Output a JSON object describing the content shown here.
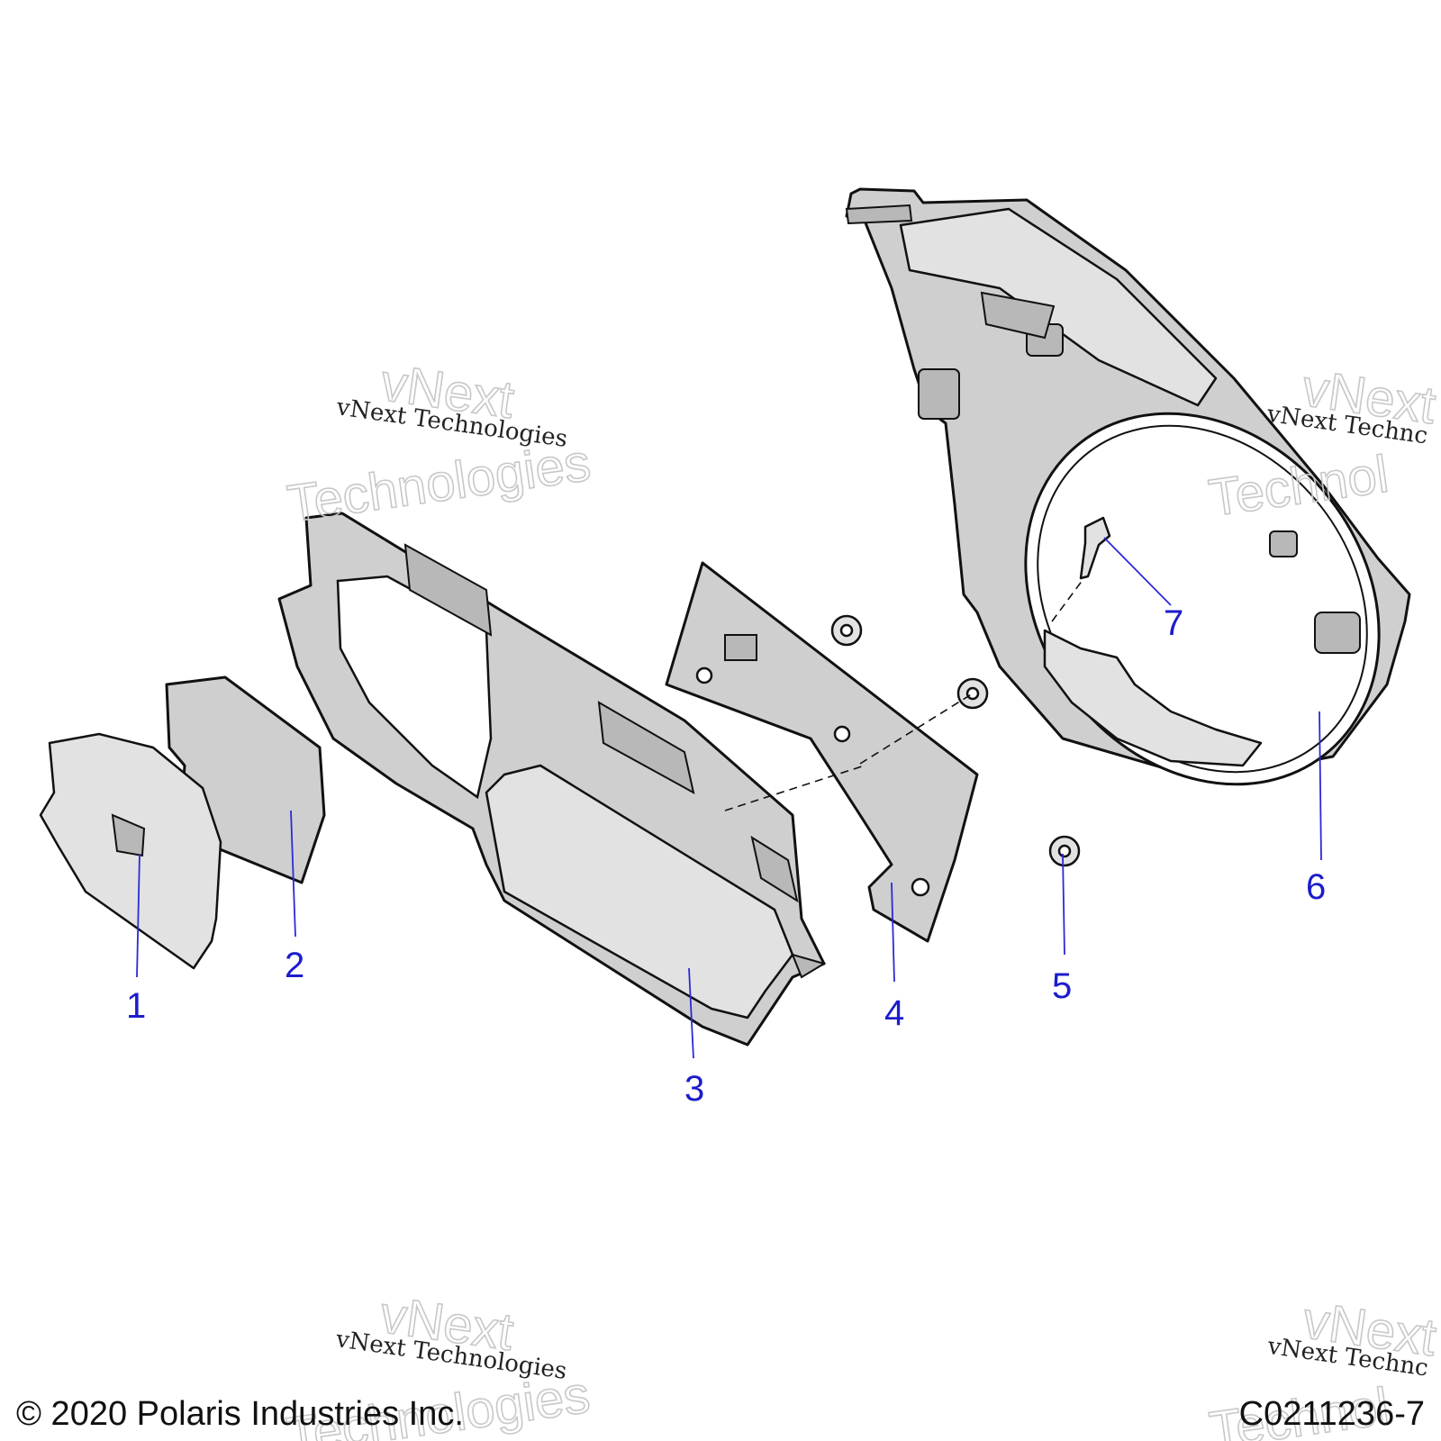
{
  "callouts": [
    "1",
    "2",
    "3",
    "4",
    "5",
    "6",
    "7"
  ],
  "watermark": {
    "line1": "vNext Technologies",
    "big_top": "vNext",
    "big_bottom": "Technologies",
    "line1_cut": "vNext Technc",
    "big_bottom_cut": "Technol"
  },
  "footer": {
    "copyright": "© 2020 Polaris Industries Inc.",
    "drawing_code": "C0211236-7"
  },
  "colors": {
    "callout": "#1c1ccc",
    "part_fill": "#cfcfcf"
  }
}
